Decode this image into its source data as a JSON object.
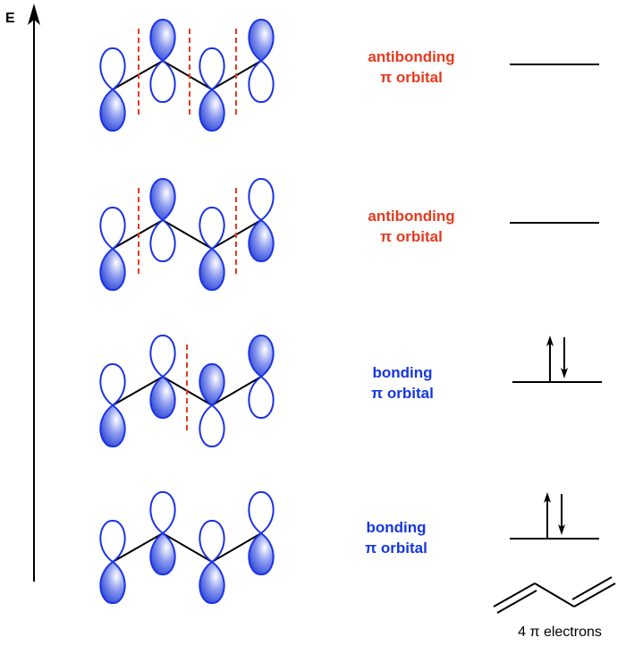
{
  "axis": {
    "label": "E"
  },
  "levels": [
    {
      "type": "antibonding",
      "line1": "antibonding",
      "line2": "π orbital",
      "electrons": 0,
      "nodes": 3,
      "lobes_up": [
        false,
        true,
        false,
        true
      ]
    },
    {
      "type": "antibonding",
      "line1": "antibonding",
      "line2": "π orbital",
      "electrons": 0,
      "nodes": 2,
      "lobes_up": [
        false,
        true,
        false,
        false
      ]
    },
    {
      "type": "bonding",
      "line1": "bonding",
      "line2": "π orbital",
      "electrons": 2,
      "nodes": 1,
      "lobes_up": [
        false,
        false,
        true,
        true
      ]
    },
    {
      "type": "bonding",
      "line1": "bonding",
      "line2": "π orbital",
      "electrons": 2,
      "nodes": 0,
      "lobes_up": [
        false,
        false,
        false,
        false
      ]
    }
  ],
  "molecule": {
    "caption": "4 π electrons"
  },
  "colors": {
    "antibonding": "#e8391e",
    "bonding": "#1636e0",
    "orbital_stroke": "#1a33e6",
    "orbital_fill": "#5a6fe8",
    "node_line": "#e8391e",
    "line": "#000000"
  }
}
